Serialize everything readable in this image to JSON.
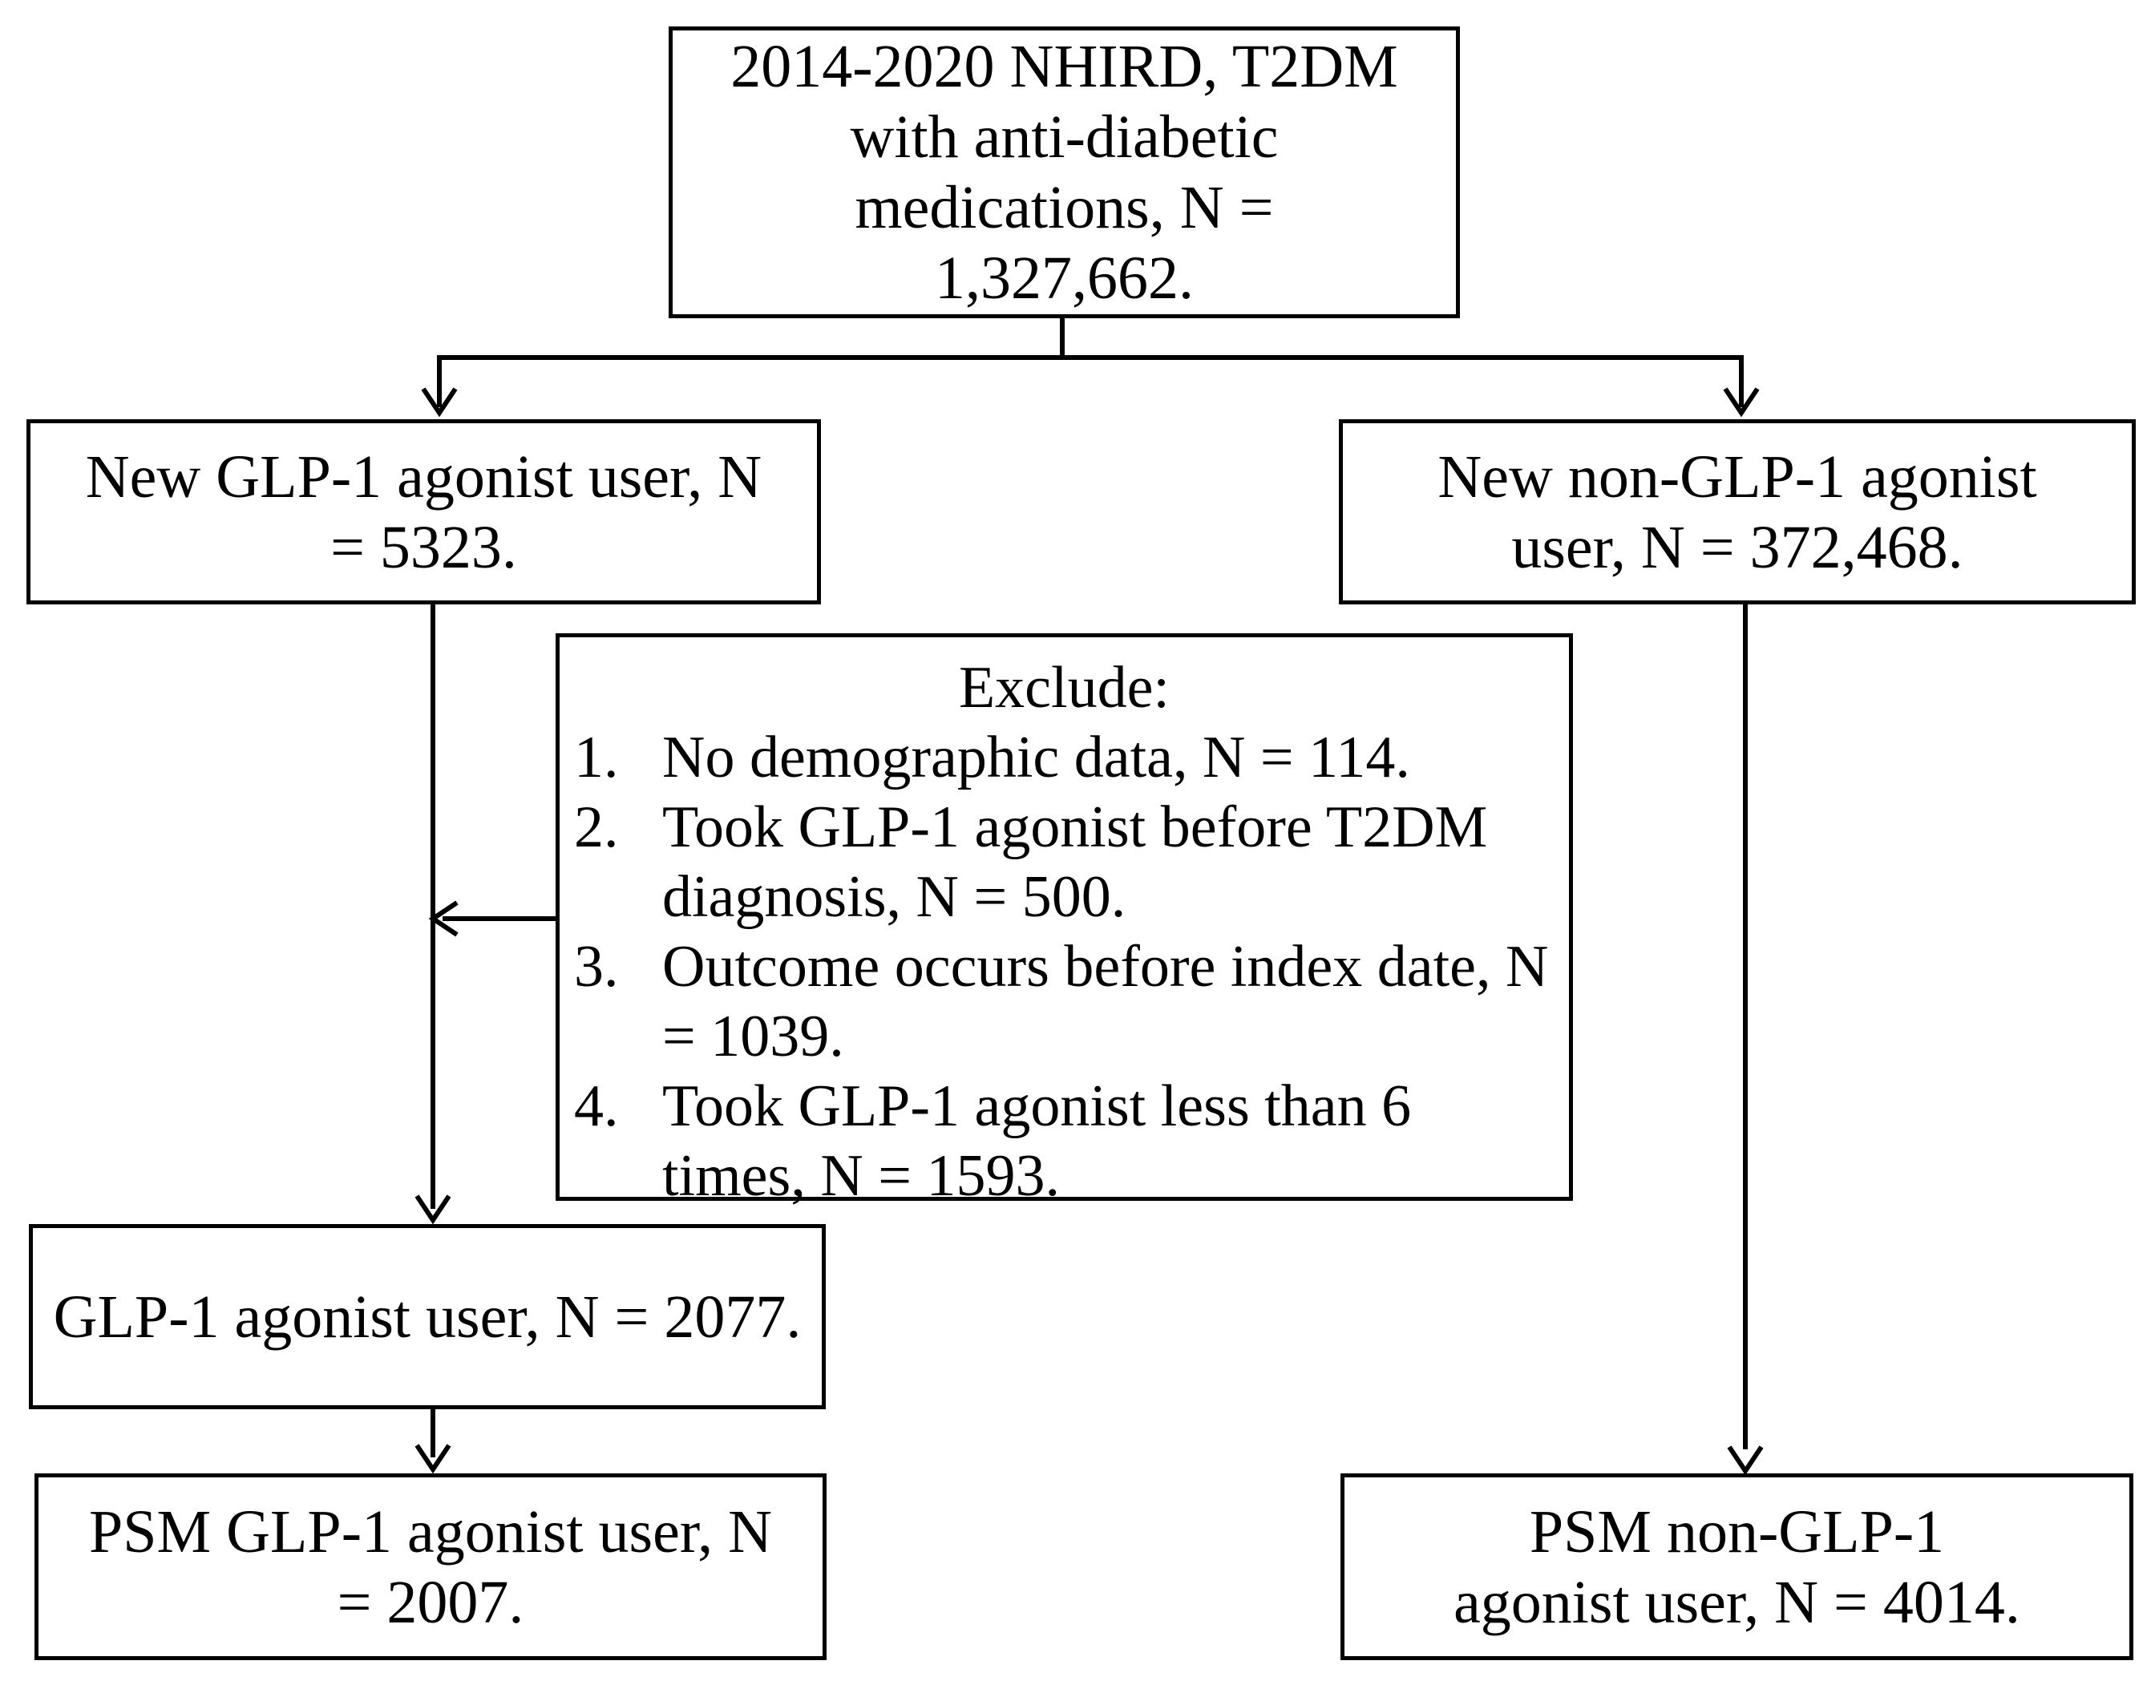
{
  "nodes": {
    "root": "2014-2020 NHIRD, T2DM with anti-diabetic medications, N = 1,327,662.",
    "glp_new": "New GLP-1 agonist user, N = 5323.",
    "nonglp_new": "New non-GLP-1 agonist user, N = 372,468.",
    "glp_user": "GLP-1 agonist user, N = 2077.",
    "psm_glp": "PSM GLP-1 agonist user, N = 2007.",
    "psm_nonglp": "PSM non-GLP-1 agonist user, N = 4014."
  },
  "exclusion": {
    "title": "Exclude:",
    "items": [
      {
        "num": "1.",
        "text": "No demographic data, N = 114."
      },
      {
        "num": "2.",
        "text": "Took GLP-1 agonist before T2DM diagnosis, N = 500."
      },
      {
        "num": "3.",
        "text": "Outcome occurs before index date, N = 1039."
      },
      {
        "num": "4.",
        "text": "Took GLP-1 agonist less than 6 times, N = 1593."
      }
    ]
  }
}
